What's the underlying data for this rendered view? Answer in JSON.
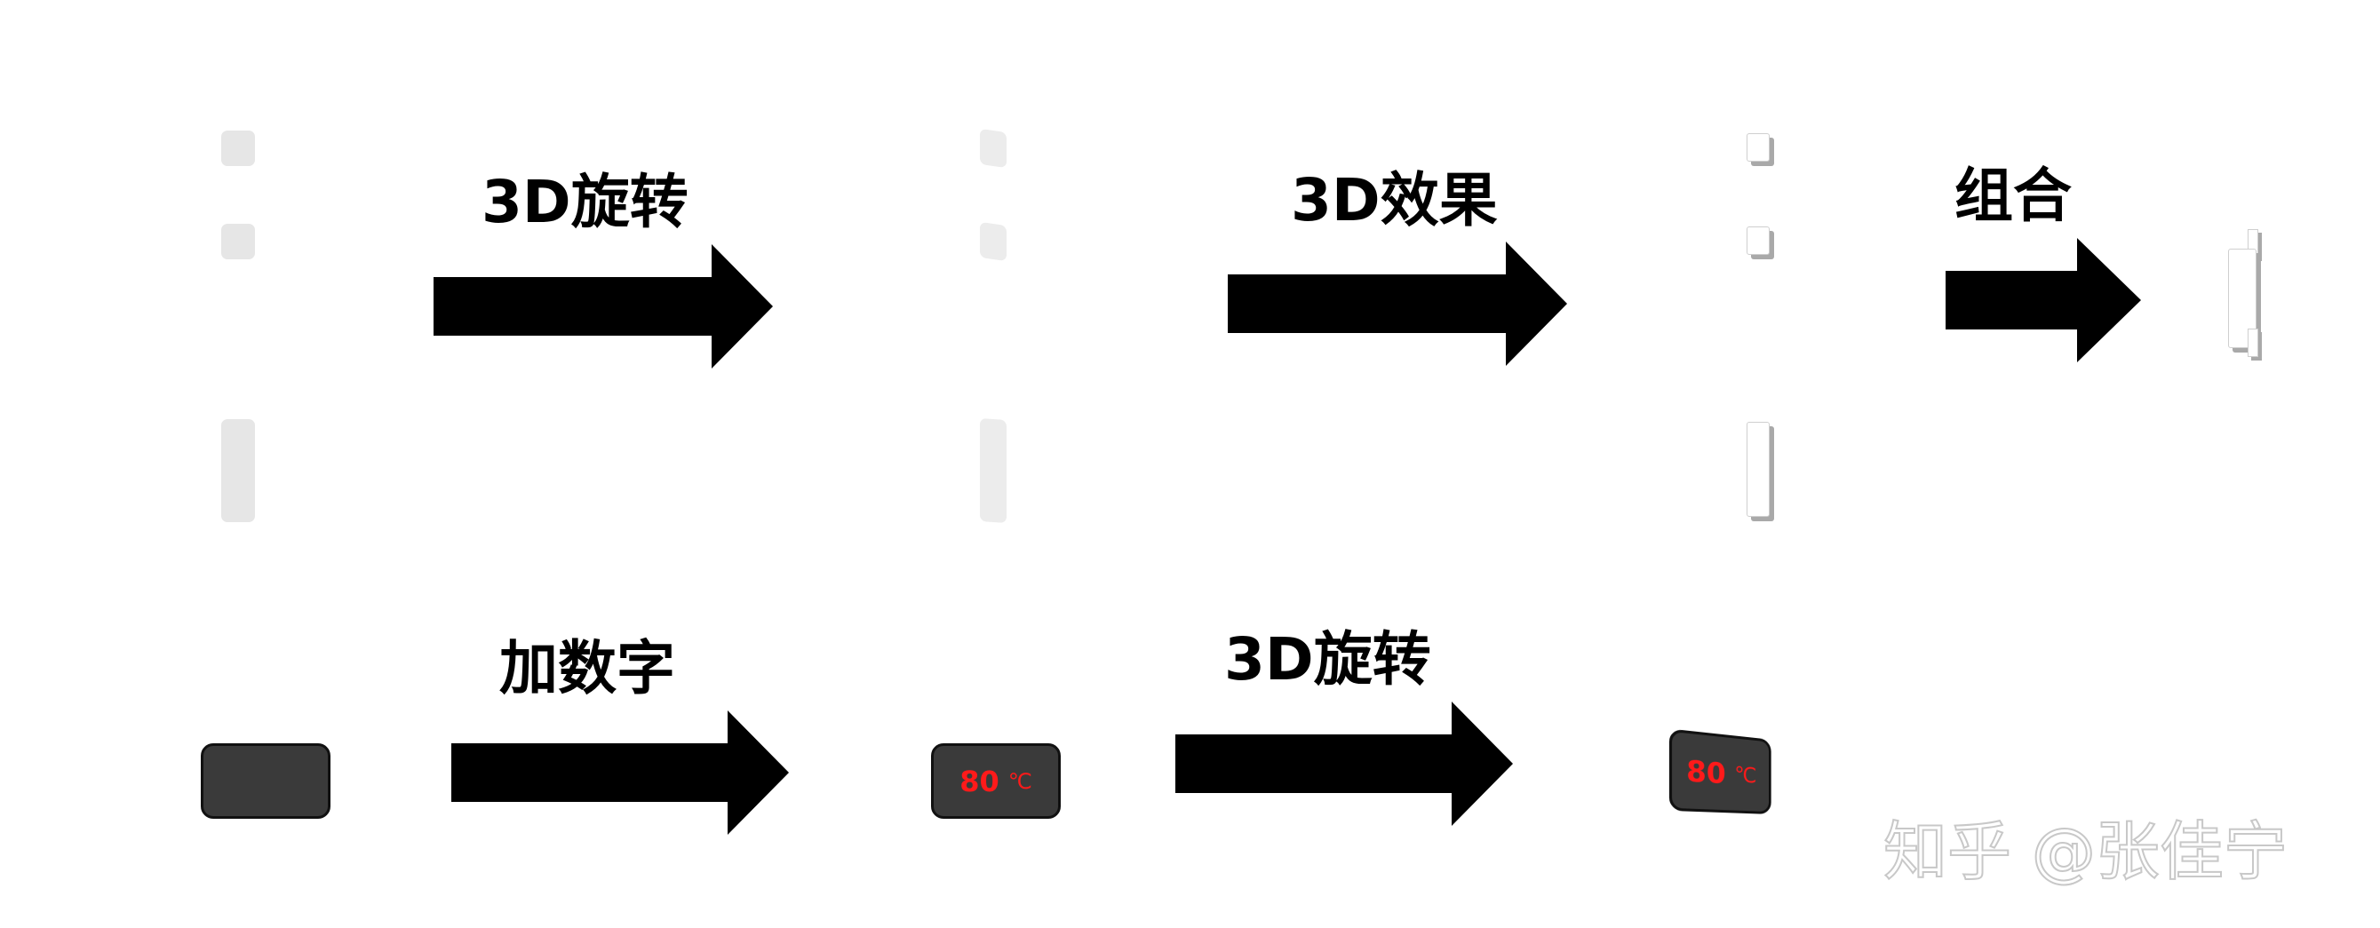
{
  "steps": {
    "rotate_3d_top": "3D旋转",
    "effect_3d": "3D效果",
    "combine": "组合",
    "add_digits": "加数字",
    "rotate_3d_bottom": "3D旋转"
  },
  "display": {
    "value": "80",
    "unit": "℃",
    "digit_color": "#ff1a1a",
    "body_color": "#3a3a3a"
  },
  "icons": {
    "arrow": "right-arrow-icon"
  },
  "watermark": "知乎 @张佳宁"
}
